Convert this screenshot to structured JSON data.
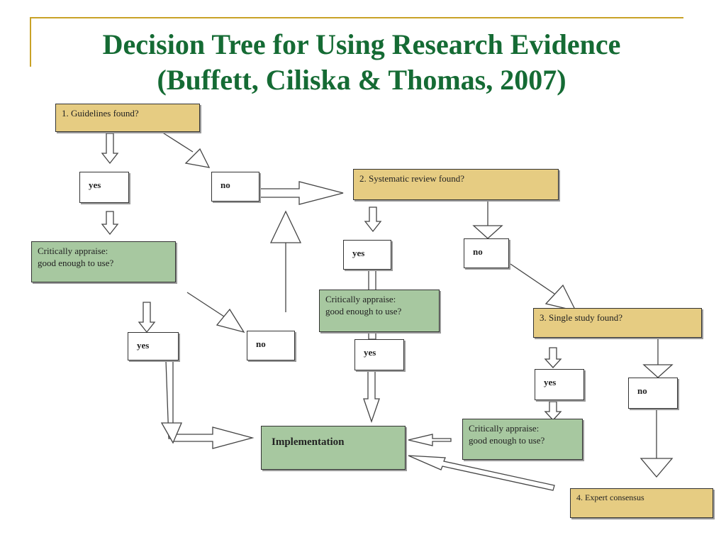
{
  "slide": {
    "title_line1": "Decision Tree for Using Research Evidence",
    "title_line2": "(Buffett, Ciliska & Thomas, 2007)"
  },
  "colors": {
    "title": "#156b34",
    "question_box": "#e6cc82",
    "appraise_box": "#a7c8a0",
    "accent_rule": "#c9a227"
  },
  "diagram": {
    "q1": "1. Guidelines found?",
    "q2": "2. Systematic review found?",
    "q3": "3. Single study found?",
    "q4": "4. Expert consensus",
    "appraise_1": [
      "Critically appraise:",
      "good enough to use?"
    ],
    "appraise_2": [
      "Critically appraise:",
      "good enough to use?"
    ],
    "appraise_3": [
      "Critically appraise:",
      "good enough to use?"
    ],
    "yes_label": "yes",
    "no_label": "no",
    "implementation": "Implementation"
  }
}
